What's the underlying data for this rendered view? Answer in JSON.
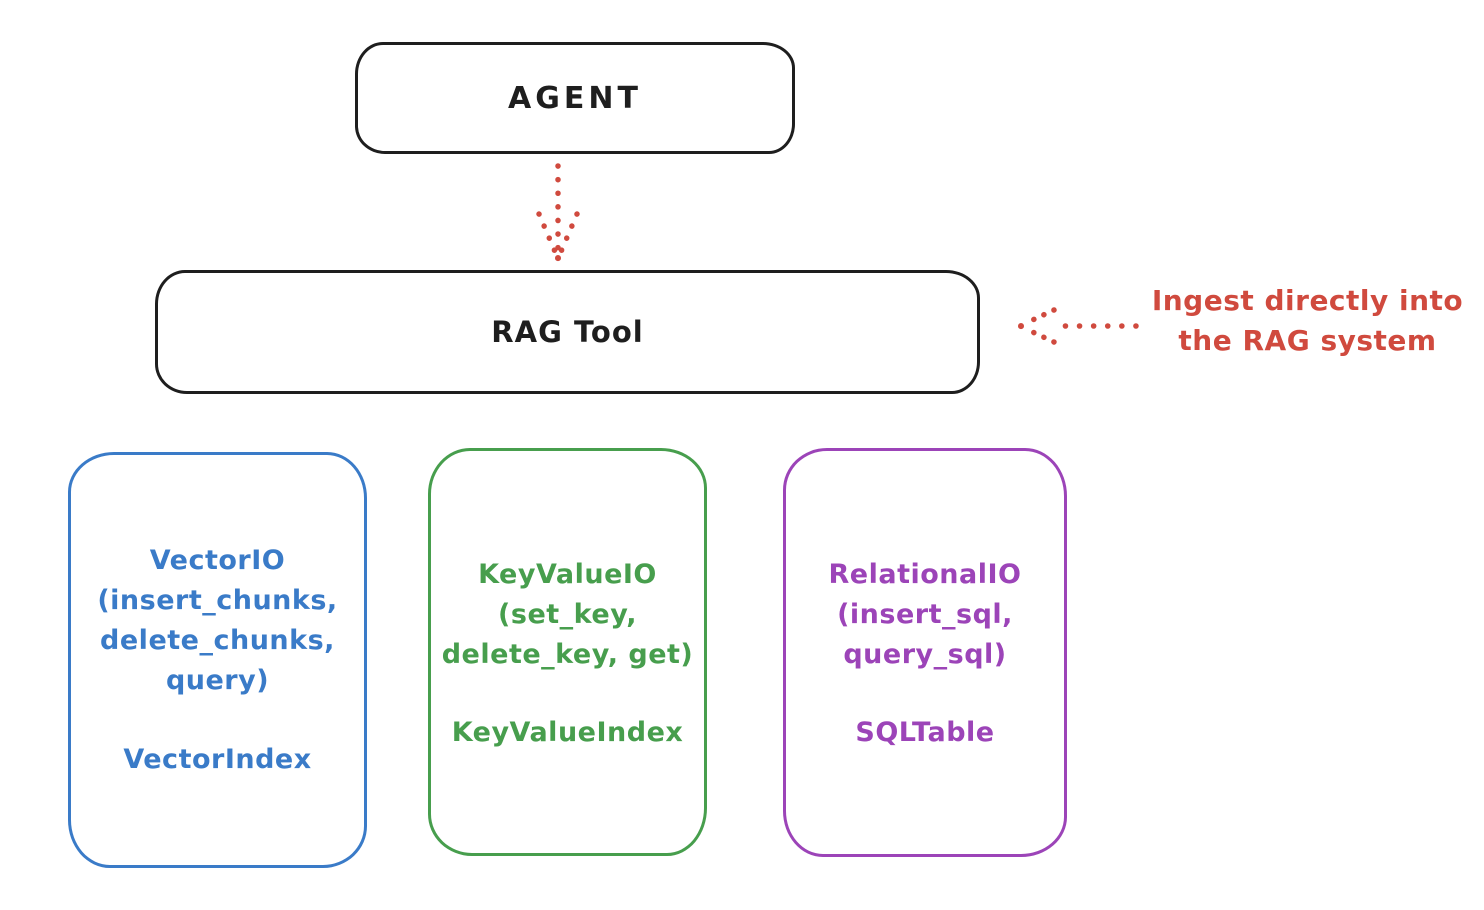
{
  "diagram": {
    "agent_box": {
      "label": "AGENT",
      "border_color": "#1e1e1e"
    },
    "rag_tool_box": {
      "label": "RAG Tool",
      "border_color": "#1e1e1e"
    },
    "ingest_annotation": {
      "line1": "Ingest directly into",
      "line2": "the RAG system",
      "color": "#d04a3e"
    },
    "arrows": {
      "agent_to_rag": "dotted-down-arrow",
      "ingest_to_rag": "dotted-left-arrow",
      "color": "#d04a3e"
    },
    "io_boxes": [
      {
        "lines": [
          "VectorIO",
          "(insert_chunks,",
          "delete_chunks,",
          "query)"
        ],
        "index_label": "VectorIndex",
        "color": "#3a7bc8"
      },
      {
        "lines": [
          "KeyValueIO",
          "(set_key,",
          "delete_key, get)"
        ],
        "index_label": "KeyValueIndex",
        "color": "#479e4d"
      },
      {
        "lines": [
          "RelationalIO",
          "(insert_sql,",
          "query_sql)"
        ],
        "index_label": "SQLTable",
        "color": "#9c44b8"
      }
    ]
  }
}
